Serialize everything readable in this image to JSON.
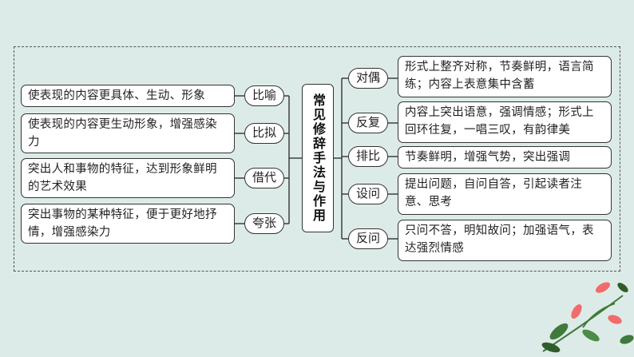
{
  "center_title": "常见修辞手法与作用",
  "left": [
    {
      "tag": "比喻",
      "desc": "使表现的内容更具体、生动、形象"
    },
    {
      "tag": "比拟",
      "desc": "使表现的内容更生动形象，增强感染力"
    },
    {
      "tag": "借代",
      "desc": "突出人和事物的特征，达到形象鲜明的艺术效果"
    },
    {
      "tag": "夸张",
      "desc": "突出事物的某种特征，便于更好地抒情，增强感染力"
    }
  ],
  "right": [
    {
      "tag": "对偶",
      "desc": "形式上整齐对称，节奏鲜明，语言简练；内容上表意集中含蓄"
    },
    {
      "tag": "反复",
      "desc": "内容上突出语意，强调情感；形式上回环往复，一唱三叹，有韵律美"
    },
    {
      "tag": "排比",
      "desc": "节奏鲜明，增强气势，突出强调"
    },
    {
      "tag": "设问",
      "desc": "提出问题，自问自答，引起读者注意、思考"
    },
    {
      "tag": "反问",
      "desc": "只问不答，明知故问；加强语气，表达强烈情感"
    }
  ],
  "colors": {
    "background": "#dcebe8",
    "leaf_pink": "#f26b6b",
    "leaf_green": "#3f7a3a"
  }
}
